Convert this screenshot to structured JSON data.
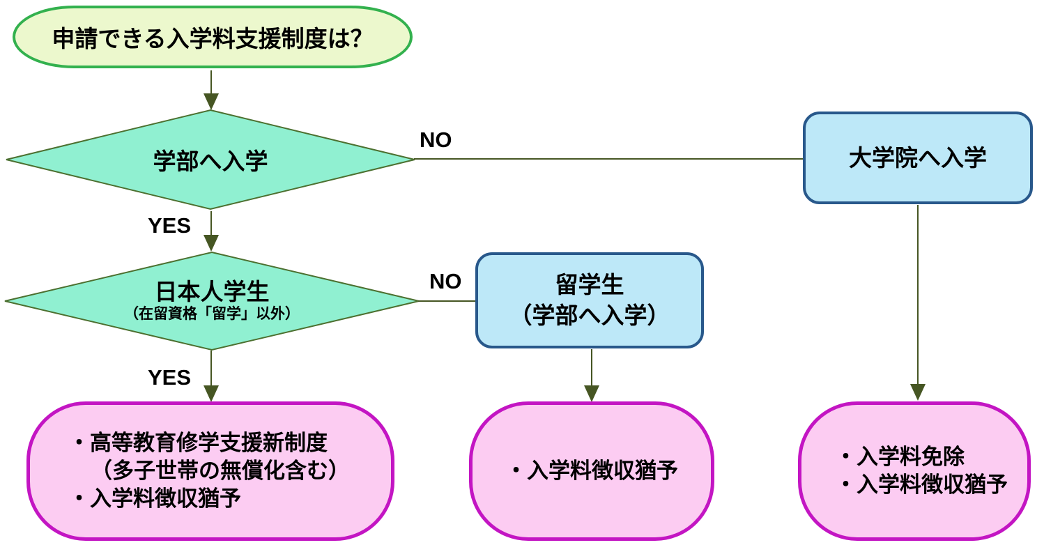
{
  "title": "入学料支援制度フローチャート",
  "colors": {
    "start_fill": "#ecf8cd",
    "start_border": "#33b14e",
    "decision_fill": "#90f0d1",
    "decision_border": "#4c7030",
    "alternative_fill": "#bde8f8",
    "alternative_border": "#28588b",
    "outcome_fill": "#fcccf2",
    "outcome_border": "#c315c3",
    "connector": "#465623",
    "text": "#000000"
  },
  "start": {
    "label": "申請できる入学料支援制度は？"
  },
  "branch_labels": {
    "yes": "YES",
    "no": "NO"
  },
  "decision1": {
    "label": "学部へ入学"
  },
  "decision2": {
    "label": "日本人学生",
    "sublabel": "（在留資格「留学」以外）"
  },
  "alt1": {
    "label": "大学院へ入学"
  },
  "alt2": {
    "label": "留学生",
    "sublabel": "（学部へ入学）"
  },
  "outcome1": {
    "line1": "・高等教育修学支援新制度",
    "line2": "（多子世帯の無償化含む）",
    "line3": "・入学料徴収猶予"
  },
  "outcome2": {
    "line1": "・入学料徴収猶予"
  },
  "outcome3": {
    "line1": "・入学料免除",
    "line2": "・入学料徴収猶予"
  }
}
